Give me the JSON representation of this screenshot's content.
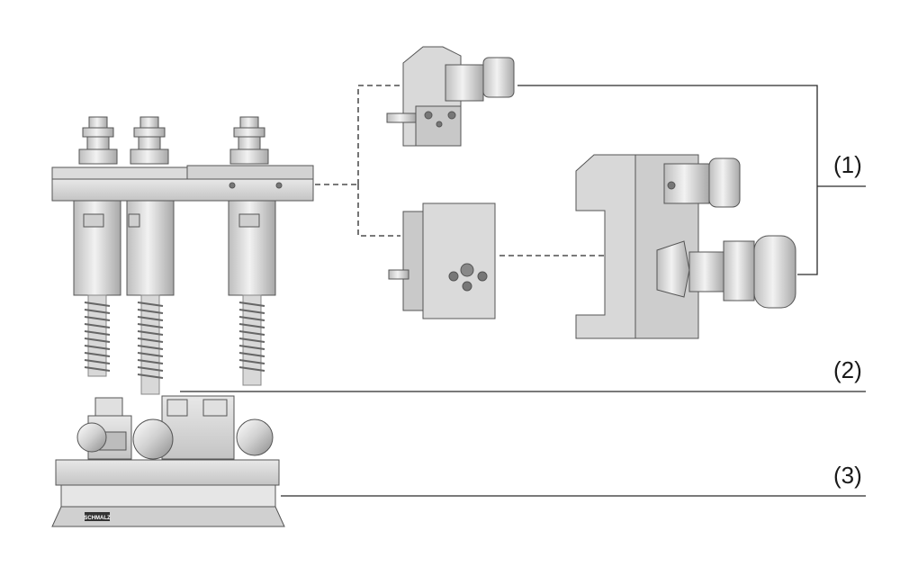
{
  "callouts": {
    "one": "(1)",
    "two": "(2)",
    "three": "(3)"
  },
  "logo_text": "SCHMALZ",
  "colors": {
    "metal_light": "#e4e4e4",
    "metal_mid": "#c9c9c9",
    "metal_dark": "#9a9a9a",
    "line": "#2a2a2a",
    "outline": "#555555"
  },
  "icons": [
    "suction-cup-icon",
    "spring-icon",
    "adapter-plate-icon",
    "bracket-icon"
  ]
}
